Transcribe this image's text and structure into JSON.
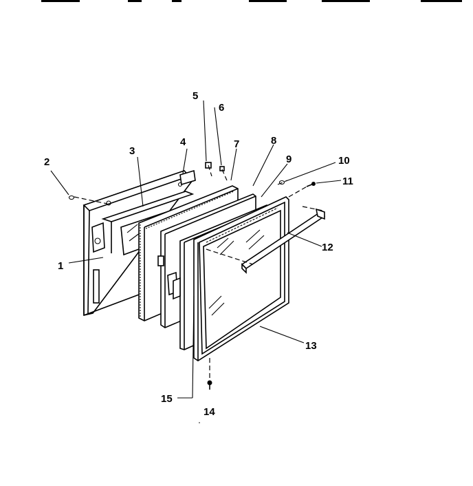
{
  "diagram": {
    "part_labels": [
      {
        "id": "1",
        "text": "1"
      },
      {
        "id": "2",
        "text": "2"
      },
      {
        "id": "3",
        "text": "3"
      },
      {
        "id": "4",
        "text": "4"
      },
      {
        "id": "5",
        "text": "5"
      },
      {
        "id": "6",
        "text": "6"
      },
      {
        "id": "7",
        "text": "7"
      },
      {
        "id": "8",
        "text": "8"
      },
      {
        "id": "9",
        "text": "9"
      },
      {
        "id": "10",
        "text": "10"
      },
      {
        "id": "11",
        "text": "11"
      },
      {
        "id": "12",
        "text": "12"
      },
      {
        "id": "13",
        "text": "13"
      },
      {
        "id": "14",
        "text": "14"
      },
      {
        "id": "15",
        "text": "15"
      }
    ]
  }
}
